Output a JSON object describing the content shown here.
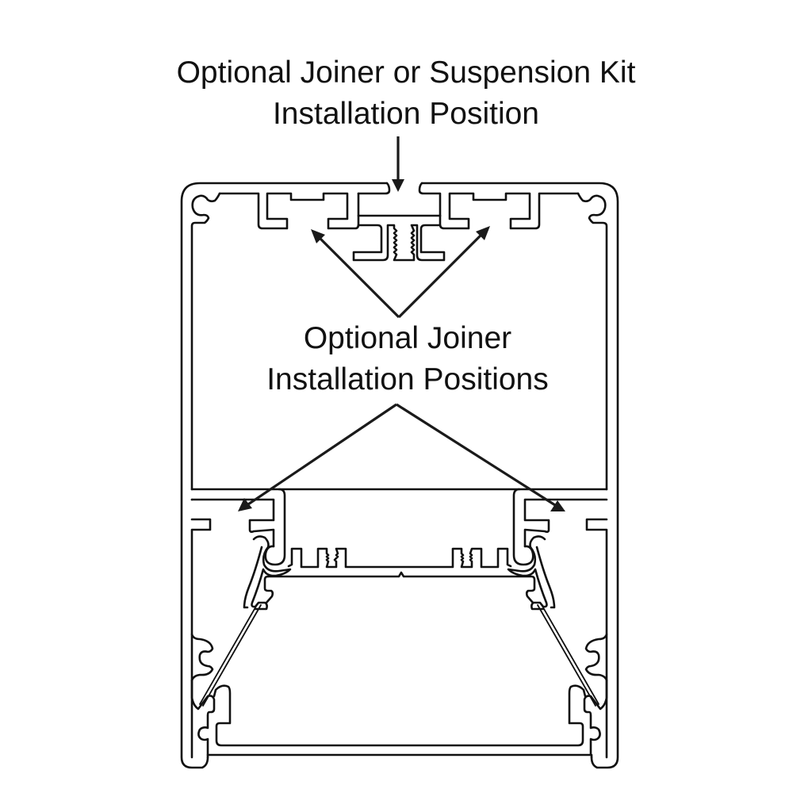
{
  "diagram": {
    "title": "Extrusion profile cross-section",
    "labels": {
      "top_line1": "Optional Joiner or Suspension Kit",
      "top_line2": "Installation Position",
      "middle_line1": "Optional Joiner",
      "middle_line2": "Installation Positions"
    },
    "callouts": [
      {
        "label_ref": "top",
        "points_to": "top-center-slot"
      },
      {
        "label_ref": "middle",
        "points_to": "upper-left-t-slot"
      },
      {
        "label_ref": "middle",
        "points_to": "upper-right-t-slot"
      },
      {
        "label_ref": "middle",
        "points_to": "lower-left-t-slot"
      },
      {
        "label_ref": "middle",
        "points_to": "lower-right-t-slot"
      }
    ],
    "colors": {
      "stroke": "#111111",
      "background": "#ffffff"
    }
  }
}
